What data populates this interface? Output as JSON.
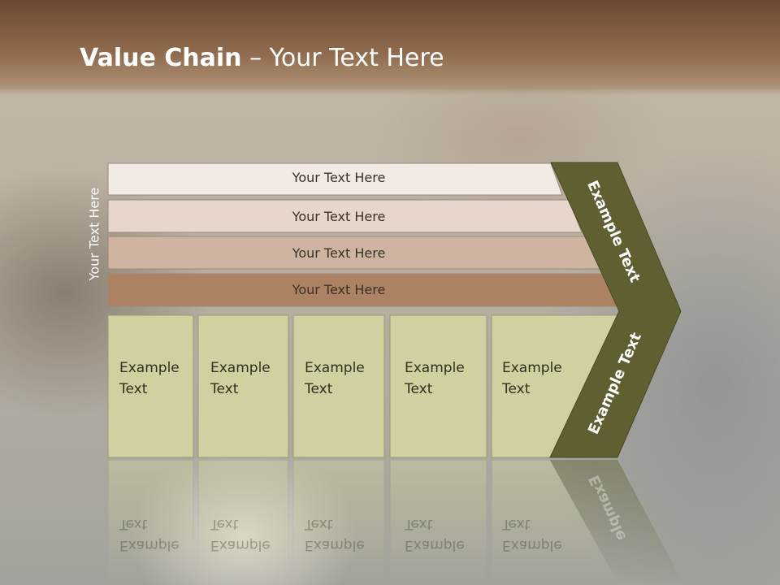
{
  "title": {
    "bold": "Value Chain",
    "rest": " – Your Text Here"
  },
  "side_label": "Your Text Here",
  "bars": [
    {
      "label": "Your Text Here"
    },
    {
      "label": "Your Text Here"
    },
    {
      "label": "Your Text Here"
    },
    {
      "label": "Your Text Here"
    }
  ],
  "columns": [
    {
      "line1": "Example",
      "line2": "Text"
    },
    {
      "line1": "Example",
      "line2": "Text"
    },
    {
      "line1": "Example",
      "line2": "Text"
    },
    {
      "line1": "Example",
      "line2": "Text"
    },
    {
      "line1": "Example",
      "line2": "Text"
    }
  ],
  "chevrons": [
    {
      "label": "Example Text"
    },
    {
      "label": "Example Text"
    }
  ],
  "reflection_label": "Example",
  "colors": {
    "bar_1": "#f2ebe5",
    "bar_2": "#e6d6cb",
    "bar_3": "#cfb5a1",
    "bar_4": "#ad8262",
    "column_fill": "#d0d0a0",
    "chevron_fill": "#5f5f32"
  }
}
